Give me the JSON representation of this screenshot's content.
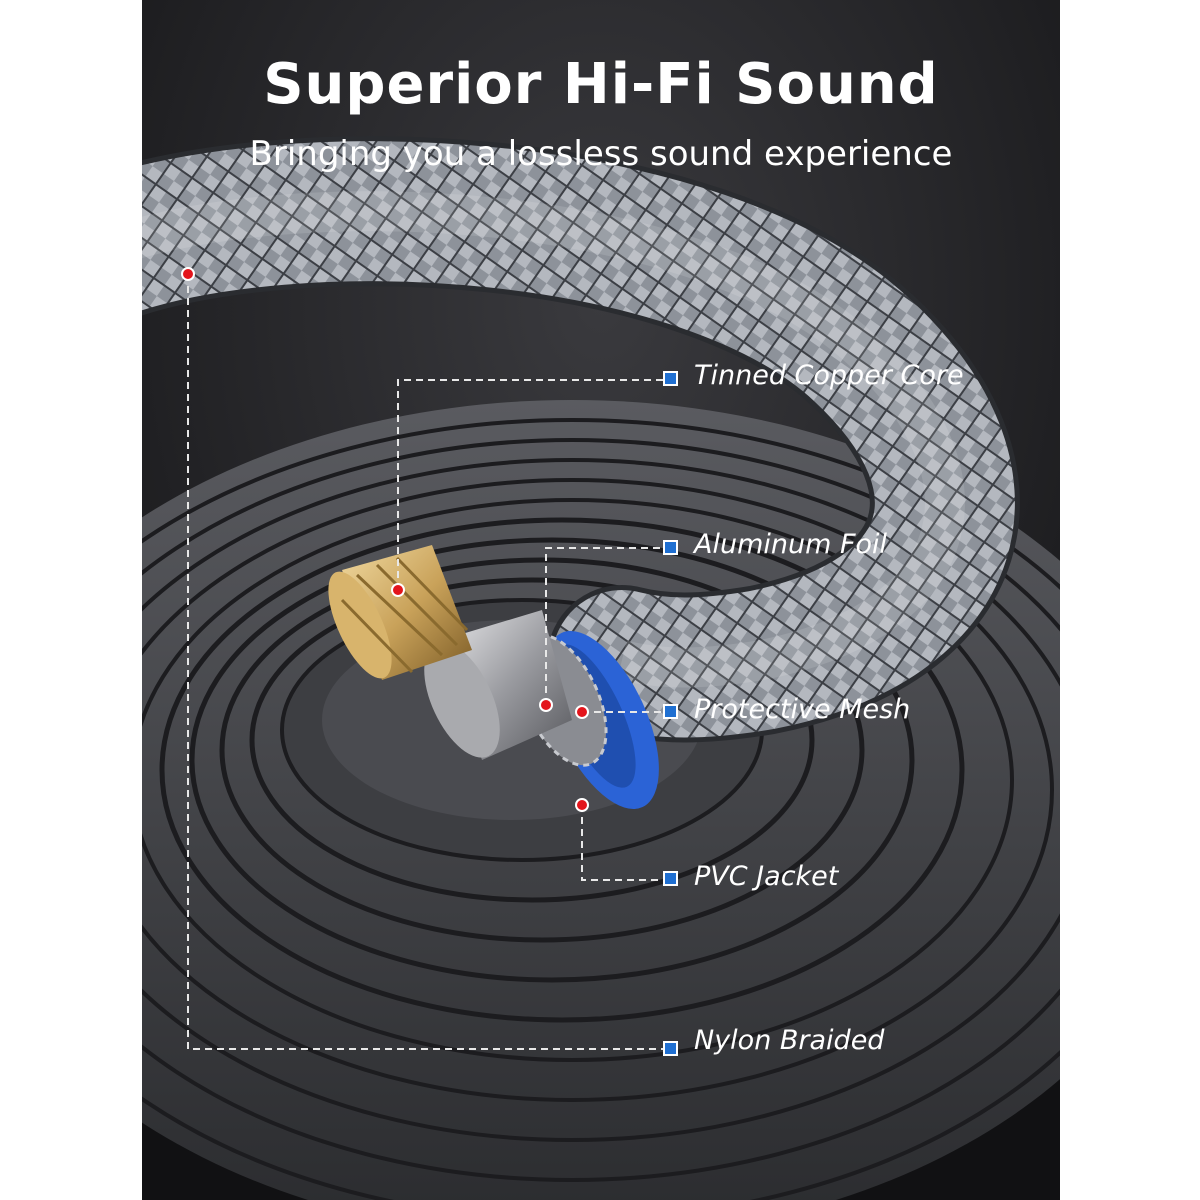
{
  "header": {
    "title": "Superior Hi-Fi Sound",
    "subtitle": "Bringing you a lossless sound experience"
  },
  "callouts": [
    {
      "id": "copper",
      "label": "Tinned Copper Core"
    },
    {
      "id": "foil",
      "label": "Aluminum Foil"
    },
    {
      "id": "mesh",
      "label": "Protective Mesh"
    },
    {
      "id": "pvc",
      "label": "PVC Jacket"
    },
    {
      "id": "nylon",
      "label": "Nylon Braided"
    }
  ],
  "colors": {
    "background": "#1b1b1d",
    "accent_dot": "#e3141b",
    "marker": "#1f6fd1",
    "jacket": "#2b63d6",
    "braid": "#9ea3ab",
    "connector_gold": "#c9a25a"
  }
}
